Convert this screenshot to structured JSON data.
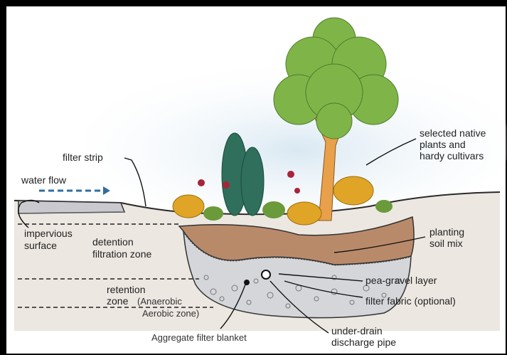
{
  "labels": {
    "filter_strip": "filter strip",
    "water_flow": "water flow",
    "impervious_1": "impervious",
    "impervious_2": "surface",
    "detention_1": "detention",
    "detention_2": "filtration zone",
    "retention_1": "retention",
    "retention_2": "zone",
    "anaerobic": "(Anaerobic",
    "aerobic": "Aerobic zone)",
    "aggregate": "Aggregate filter blanket",
    "native_1": "selected native",
    "native_2": "plants and",
    "native_3": "hardy cultivars",
    "planting_1": "planting",
    "planting_2": "soil mix",
    "pea_gravel": "pea-gravel layer",
    "filter_fabric": "filter fabric (optional)",
    "underdrain_1": "under-drain",
    "underdrain_2": "discharge pipe"
  },
  "colors": {
    "soil": "#b98a6a",
    "gravel": "#d4d6da",
    "ground": "#ece7e1",
    "sky": "#cfe0ec",
    "tree": "#7fb548",
    "trunk": "#e8a04a",
    "shrub": "#e0a526",
    "conifer": "#2f6f5c",
    "flower": "#a8243a",
    "arrow": "#2f6d9e"
  }
}
